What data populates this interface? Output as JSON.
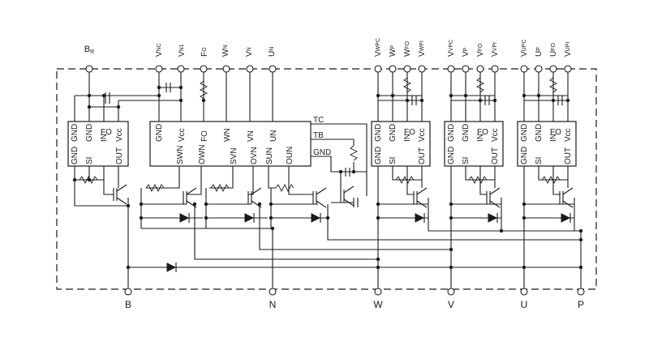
{
  "diagram": {
    "top_terminals": [
      {
        "main": "B",
        "sub": "R"
      },
      {
        "main": "V",
        "sub": "NC"
      },
      {
        "main": "V",
        "sub": "N1"
      },
      {
        "main": "F",
        "sub": "O"
      },
      {
        "main": "W",
        "sub": "N"
      },
      {
        "main": "V",
        "sub": "N"
      },
      {
        "main": "U",
        "sub": "N"
      },
      {
        "main": "V",
        "sub": "WPC"
      },
      {
        "main": "W",
        "sub": "P"
      },
      {
        "main": "W",
        "sub": "FO"
      },
      {
        "main": "V",
        "sub": "WPI"
      },
      {
        "main": "V",
        "sub": "VPC"
      },
      {
        "main": "V",
        "sub": "P"
      },
      {
        "main": "V",
        "sub": "FO"
      },
      {
        "main": "V",
        "sub": "VPI"
      },
      {
        "main": "V",
        "sub": "UPC"
      },
      {
        "main": "U",
        "sub": "P"
      },
      {
        "main": "U",
        "sub": "FO"
      },
      {
        "main": "V",
        "sub": "UPI"
      }
    ],
    "bottom_terminals": [
      "B",
      "N",
      "W",
      "V",
      "U",
      "P"
    ],
    "brake_ic": {
      "top_pins": [
        "GND",
        "GND",
        "IN",
        "FO",
        "Vcc"
      ],
      "bottom_pins": [
        "GND",
        "SI",
        "OUT"
      ]
    },
    "low_side_ic": {
      "top_pins": [
        "GND",
        "Vcc",
        "FO",
        "WN",
        "VN",
        "UN"
      ],
      "bottom_pins": [
        "SWN",
        "OWN",
        "SVN",
        "OVN",
        "SUN",
        "OUN"
      ],
      "side_labels": [
        "TC",
        "TB",
        "GND"
      ]
    },
    "high_side_ic": {
      "top_pins": [
        "GND",
        "GND",
        "IN",
        "FO",
        "Vcc"
      ],
      "bottom_pins": [
        "GND",
        "SI",
        "OUT"
      ]
    }
  }
}
